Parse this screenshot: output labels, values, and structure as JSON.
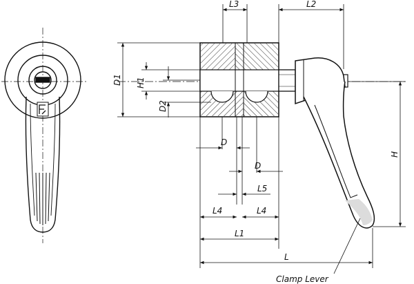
{
  "colors": {
    "ink": "#111111",
    "paper": "#ffffff",
    "hatch": "#333333",
    "shade": "#dcdcdc"
  },
  "dimensions": {
    "l3": "L3",
    "l2": "L2",
    "d1": "D1",
    "h1": "H1",
    "d2": "D2",
    "h": "H",
    "d_upper": "D",
    "d_lower": "D",
    "l5": "L5",
    "l4_left": "L4",
    "l4_right": "L4",
    "l1": "L1",
    "l": "L"
  },
  "callout": {
    "label": "Clamp Lever"
  },
  "icons": {
    "brand_mark": "brand-logo-icon"
  }
}
